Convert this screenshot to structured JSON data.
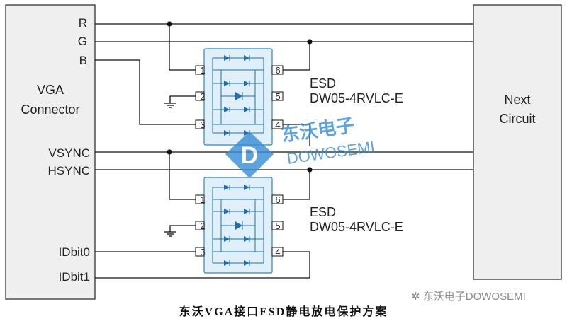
{
  "connector": {
    "title_line1": "VGA",
    "title_line2": "Connector"
  },
  "signals": [
    "R",
    "G",
    "B",
    "VSYNC",
    "HSYNC",
    "IDbit0",
    "IDbit1"
  ],
  "next_circuit": {
    "line1": "Next",
    "line2": "Circuit"
  },
  "esd_top": {
    "label": "ESD",
    "part": "DW05-4RVLC-E",
    "pins": [
      "1",
      "2",
      "3",
      "4",
      "5",
      "6"
    ]
  },
  "esd_bottom": {
    "label": "ESD",
    "part": "DW05-4RVLC-E",
    "pins": [
      "1",
      "2",
      "3",
      "4",
      "5",
      "6"
    ]
  },
  "watermark": {
    "cn": "东沃电子",
    "en": "DOWOSEMI"
  },
  "footer": "东沃电子DOWOSEMI",
  "caption": "东沃VGA接口ESD静电放电保护方案",
  "colors": {
    "chip_fill": "#dff0fb",
    "chip_stroke": "#2d86c6",
    "watermark": "#3a8fd6",
    "box_fill": "#efefef"
  }
}
